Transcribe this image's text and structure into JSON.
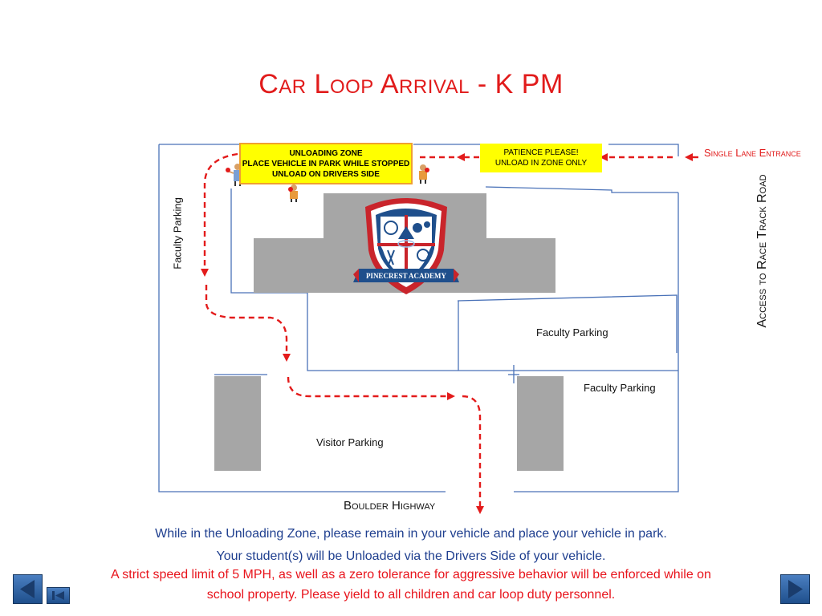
{
  "title": "Car Loop Arrival - K PM",
  "unloading_zone": {
    "line1": "UNLOADING ZONE",
    "line2": "PLACE VEHICLE IN PARK WHILE STOPPED",
    "line3": "UNLOAD ON DRIVERS SIDE"
  },
  "patience": {
    "line1": "PATIENCE PLEASE!",
    "line2": "UNLOAD IN ZONE ONLY"
  },
  "single_lane_entrance": "Single Lane Entrance",
  "access_road": "Access to Race Track Road",
  "faculty_parking_left": "Faculty Parking",
  "faculty_parking_center": "Faculty Parking",
  "faculty_parking_right": "Faculty Parking",
  "visitor_parking": "Visitor Parking",
  "boulder_highway": "Boulder Highway",
  "logo_text": "PINECREST ACADEMY",
  "messages": {
    "line1": "While in the Unloading Zone, please remain in your vehicle and place your vehicle in park.",
    "line2": "Your student(s) will be Unloaded via the Drivers Side of your vehicle.",
    "line3": "A strict speed limit of 5 MPH, as well as a zero tolerance for aggressive behavior will be enforced while on",
    "line4": "school property. Please yield to all children and car loop duty personnel."
  },
  "colors": {
    "title": "#e11b1b",
    "route": "#e31b1b",
    "boundary": "#4a72b8",
    "building": "#a6a6a6",
    "sign": "#ffff00",
    "message_blue": "#1f3f8f",
    "message_red": "#e8141c"
  }
}
